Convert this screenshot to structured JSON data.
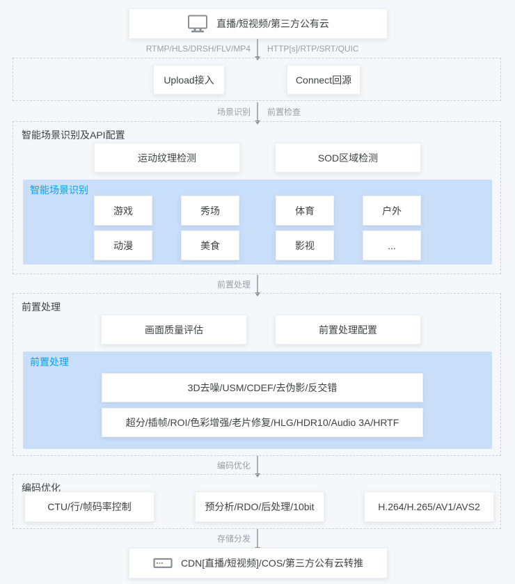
{
  "colors": {
    "accent_blue": "#00a4ff",
    "panel_blue": "#c9def9",
    "page_bg": "#f5f7fa",
    "arrow_gray": "#9b9ea4"
  },
  "source_node": {
    "label": "直播/短视频/第三方公有云",
    "icon": "monitor-icon"
  },
  "arrows": {
    "ingest": {
      "left": "RTMP/HLS/DRSH/FLV/MP4",
      "right": "HTTP[s]/RTP/SRT/QUIC"
    },
    "scene": {
      "left": "场景识别",
      "right": "前置检查"
    },
    "preprocess": {
      "left": "前置处理"
    },
    "encode": {
      "left": "编码优化"
    },
    "distribute": {
      "left": "存储分发"
    }
  },
  "ingest_section": {
    "boxes": [
      "Upload接入",
      "Connect回源"
    ]
  },
  "scene_section": {
    "title": "智能场景识别及API配置",
    "boxes": [
      "运动纹理检测",
      "SOD区域检测"
    ],
    "panel": {
      "title": "智能场景识别",
      "cells": [
        "游戏",
        "秀场",
        "体育",
        "户外",
        "动漫",
        "美食",
        "影视",
        "..."
      ]
    }
  },
  "preprocess_section": {
    "title": "前置处理",
    "boxes": [
      "画面质量评估",
      "前置处理配置"
    ],
    "panel": {
      "title": "前置处理",
      "rows": [
        "3D去噪/USM/CDEF/去伪影/反交错",
        "超分/插帧/ROI/色彩增强/老片修复/HLG/HDR10/Audio 3A/HRTF"
      ]
    }
  },
  "encode_section": {
    "title": "编码优化",
    "boxes": [
      "CTU/行/帧码率控制",
      "预分析/RDO/后处理/10bit",
      "H.264/H.265/AV1/AVS2"
    ]
  },
  "sink_node": {
    "label": "CDN[直播/短视频]/COS/第三方公有云转推",
    "icon": "storage-icon"
  }
}
